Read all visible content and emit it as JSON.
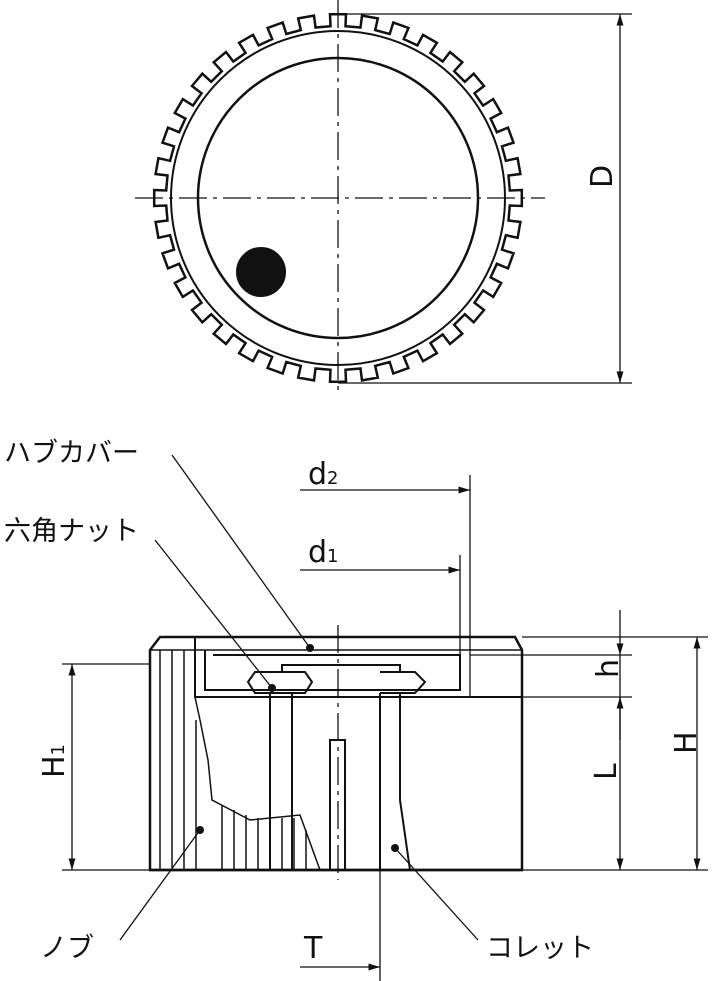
{
  "dimensions": {
    "D": "D",
    "d2": "d",
    "d2_sub": "2",
    "d1": "d",
    "d1_sub": "1",
    "h": "h",
    "H": "H",
    "L": "L",
    "H1": "H",
    "H1_sub": "1",
    "T": "T"
  },
  "parts": {
    "hub_cover": "ハブカバー",
    "hex_nut": "六角ナット",
    "knob": "ノブ",
    "collet": "コレット"
  },
  "colors": {
    "line": "#111111",
    "background": "#ffffff"
  }
}
